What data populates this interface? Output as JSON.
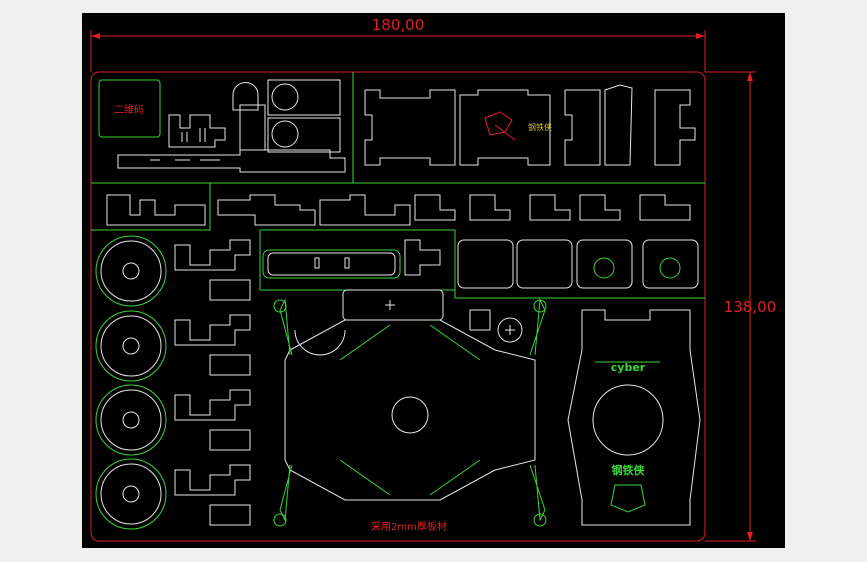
{
  "drawing": {
    "dim_width": "180,00",
    "dim_height": "138,00",
    "qr_label": "二维码",
    "material_note": "采用2mm厚板材",
    "logo_text": "钢铁侠",
    "brand_text": "cyber",
    "yellow_label": "钢铁侠",
    "colors": {
      "background": "#000000",
      "outline": "#e6e6e6",
      "green": "#39d639",
      "red": "#e02020",
      "yellow": "#e0c020"
    }
  }
}
